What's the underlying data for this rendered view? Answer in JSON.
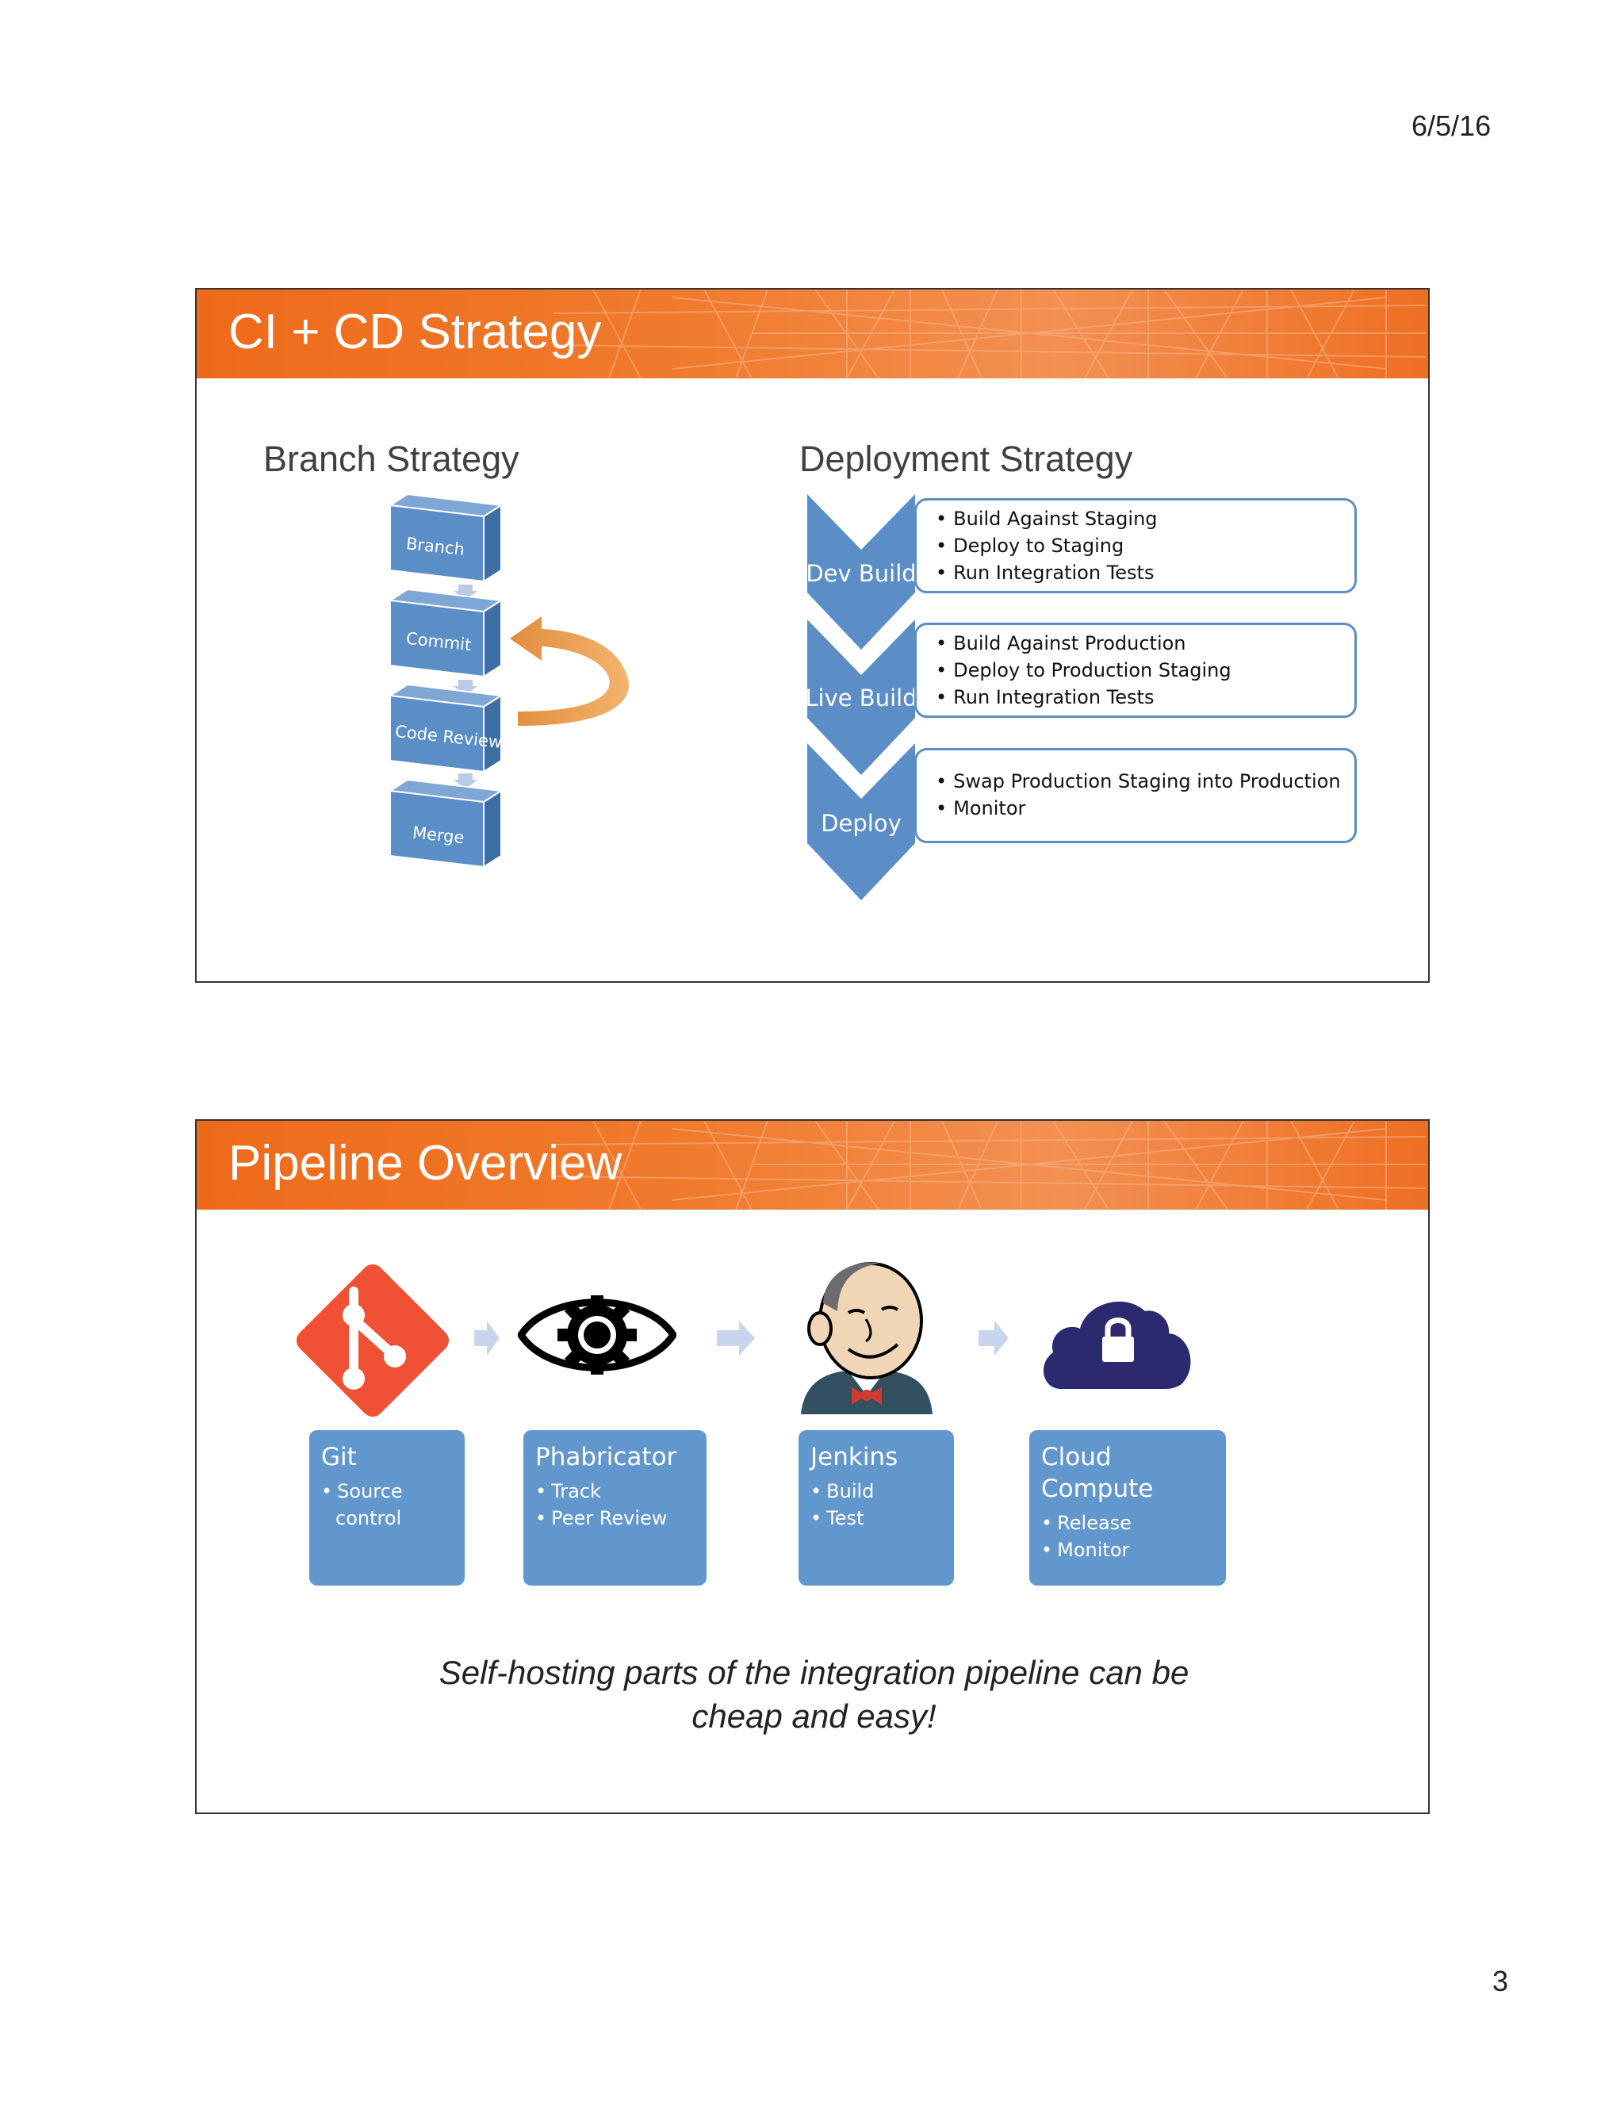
{
  "header": {
    "date": "6/5/16"
  },
  "footer": {
    "page_number": "3"
  },
  "slide1": {
    "title": "CI + CD Strategy",
    "branch_heading": "Branch Strategy",
    "deploy_heading": "Deployment Strategy",
    "branch_steps": [
      "Branch",
      "Commit",
      "Code Review",
      "Merge"
    ],
    "deploy_stages": [
      {
        "label": "Dev Build",
        "items": [
          "Build Against Staging",
          "Deploy to Staging",
          "Run Integration Tests"
        ]
      },
      {
        "label": "Live Build",
        "items": [
          "Build Against Production",
          "Deploy to Production Staging",
          "Run Integration Tests"
        ]
      },
      {
        "label": "Deploy",
        "items": [
          "Swap Production Staging into Production",
          "Monitor"
        ]
      }
    ]
  },
  "slide2": {
    "title": "Pipeline Overview",
    "tools": [
      {
        "name": "Git",
        "items": [
          "Source control"
        ],
        "icon": "git-icon"
      },
      {
        "name": "Phabricator",
        "items": [
          "Track",
          "Peer Review"
        ],
        "icon": "eye-gear-icon"
      },
      {
        "name": "Jenkins",
        "items": [
          "Build",
          "Test"
        ],
        "icon": "jenkins-butler-icon"
      },
      {
        "name": "Cloud Compute",
        "items": [
          "Release",
          "Monitor"
        ],
        "icon": "cloud-lock-icon"
      }
    ],
    "tagline_line1": "Self-hosting parts of the integration pipeline can be",
    "tagline_line2": "cheap and easy!"
  },
  "colors": {
    "banner_orange": "#ee6a1a",
    "block_blue": "#5b8ec6",
    "box_blue": "#6197cd",
    "git_red": "#f05033",
    "cloud_navy": "#2b2a6e",
    "loop_arrow_orange": "#f2a35a"
  }
}
